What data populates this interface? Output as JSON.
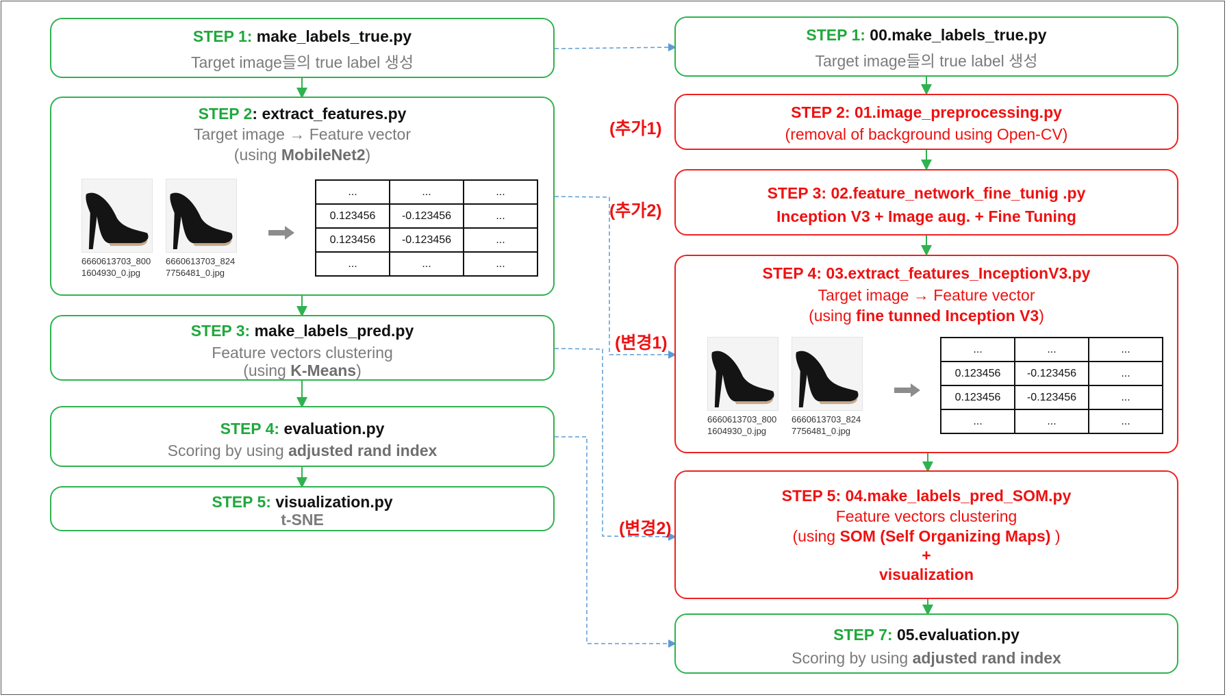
{
  "left": {
    "step1": {
      "label": "STEP 1:",
      "name": "make_labels_true.py",
      "desc": "Target image들의 true label 생성"
    },
    "step2": {
      "label": "STEP 2",
      "sep": ": ",
      "name": "extract_features.py",
      "desc1": "Target image → Feature vector",
      "desc2_pre": "(using ",
      "desc2_bold": "MobileNet2",
      "desc2_post": ")",
      "images": [
        {
          "caption": "6660613703_8001604930_0.jpg"
        },
        {
          "caption": "6660613703_8247756481_0.jpg"
        }
      ],
      "table": [
        [
          "...",
          "...",
          "..."
        ],
        [
          "0.123456",
          "-0.123456",
          "..."
        ],
        [
          "0.123456",
          "-0.123456",
          "..."
        ],
        [
          "...",
          "...",
          "..."
        ]
      ]
    },
    "step3": {
      "label": "STEP 3:",
      "name": "make_labels_pred.py",
      "desc1": "Feature vectors clustering",
      "desc2_pre": "(using ",
      "desc2_bold": "K-Means",
      "desc2_post": ")"
    },
    "step4": {
      "label": "STEP 4:",
      "name": "evaluation.py",
      "desc_pre": "Scoring by using ",
      "desc_bold": "adjusted rand index"
    },
    "step5": {
      "label": "STEP 5:",
      "name": "visualization.py",
      "desc": "t-SNE"
    }
  },
  "right": {
    "step1": {
      "label": "STEP 1:",
      "name": "00.make_labels_true.py",
      "desc": "Target image들의 true label 생성"
    },
    "step2": {
      "label": "STEP 2:",
      "name": "01.image_preprocessing.py",
      "desc": "(removal of background using Open-CV)",
      "tag": "(추가1)"
    },
    "step3": {
      "label": "STEP 3:",
      "name": "02.feature_network_fine_tunig .py",
      "desc": "Inception V3 + Image aug. + Fine Tuning",
      "tag": "(추가2)"
    },
    "step4": {
      "label": "STEP 4:",
      "name": "03.extract_features_InceptionV3.py",
      "desc1": "Target image → Feature vector",
      "desc2_pre": "(using ",
      "desc2_bold": "fine tunned Inception V3",
      "desc2_post": ")",
      "tag": "(변경1)",
      "images": [
        {
          "caption": "6660613703_8001604930_0.jpg"
        },
        {
          "caption": "6660613703_8247756481_0.jpg"
        }
      ],
      "table": [
        [
          "...",
          "...",
          "..."
        ],
        [
          "0.123456",
          "-0.123456",
          "..."
        ],
        [
          "0.123456",
          "-0.123456",
          "..."
        ],
        [
          "...",
          "...",
          "..."
        ]
      ]
    },
    "step5": {
      "label": "STEP 5:",
      "name": "04.make_labels_pred_SOM.py",
      "desc1": "Feature vectors clustering",
      "desc2_pre": "(using ",
      "desc2_bold": "SOM (Self Organizing Maps)",
      "desc2_post": " )",
      "desc3": "+",
      "desc4": "visualization",
      "tag": "(변경2)"
    },
    "step7": {
      "label": "STEP 7:",
      "name": "05.evaluation.py",
      "desc_pre": "Scoring by using ",
      "desc_bold": "adjusted rand index"
    }
  },
  "colors": {
    "green": "#2fb24f",
    "red": "#ef2020",
    "dashed": "#5b9bd5"
  },
  "icons": {
    "shoe": "shoe-image",
    "arrow": "gray-right-arrow"
  }
}
